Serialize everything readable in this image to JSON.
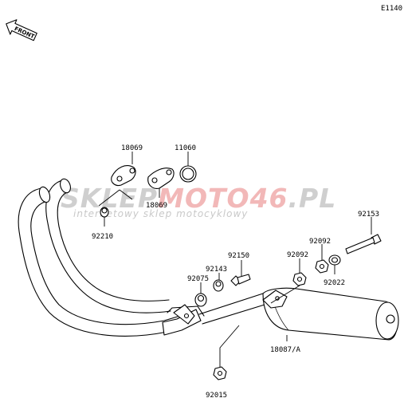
{
  "code": "E1140",
  "front_label": "FRONT",
  "watermark": {
    "brand_a": "SKLEP",
    "brand_b": "MOTO46",
    "brand_c": ".PL",
    "subtitle": "internetowy sklep motocyklowy",
    "color_gray": "#c8c8c8",
    "color_red": "#f2b8b8"
  },
  "parts": [
    {
      "number": "18069"
    },
    {
      "number": "11060"
    },
    {
      "number": "18069"
    },
    {
      "number": "92210"
    },
    {
      "number": "92153"
    },
    {
      "number": "92092"
    },
    {
      "number": "92150"
    },
    {
      "number": "92143"
    },
    {
      "number": "92092"
    },
    {
      "number": "92075"
    },
    {
      "number": "92022"
    },
    {
      "number": "18087/A"
    },
    {
      "number": "92015"
    }
  ]
}
